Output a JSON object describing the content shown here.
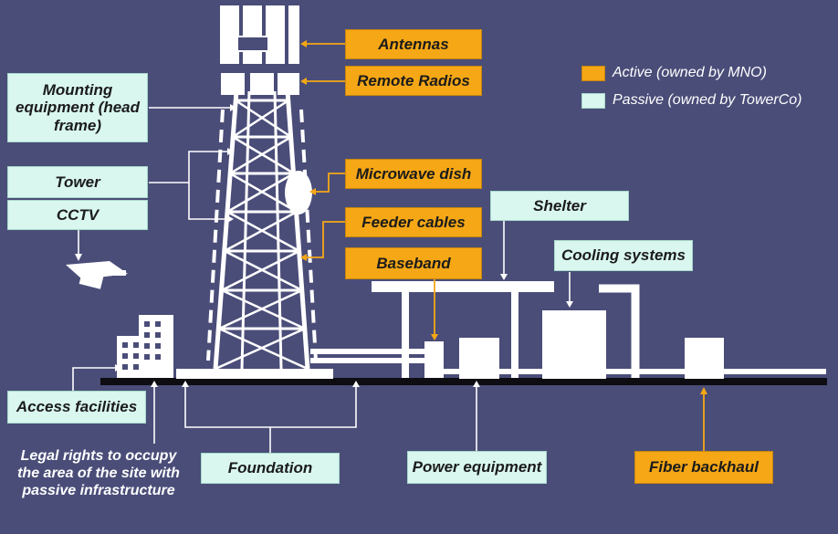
{
  "labels": {
    "antennas": "Antennas",
    "remote_radios": "Remote Radios",
    "mounting": "Mounting equipment (head frame)",
    "tower": "Tower",
    "cctv": "CCTV",
    "microwave": "Microwave dish",
    "feeder": "Feeder cables",
    "baseband": "Baseband",
    "shelter": "Shelter",
    "cooling": "Cooling systems",
    "access": "Access facilities",
    "legal": "Legal rights to occupy the area of the site with passive infrastructure",
    "foundation": "Foundation",
    "power": "Power equipment",
    "fiber": "Fiber backhaul"
  },
  "legend": {
    "active": "Active (owned by MNO)",
    "passive": "Passive (owned by TowerCo)"
  },
  "colors": {
    "active": "#f5a716",
    "passive": "#d9f7ef",
    "background": "#4a4d78",
    "structure": "#ffffff",
    "connector": "#ffffff",
    "active_connector": "#f5a716"
  }
}
